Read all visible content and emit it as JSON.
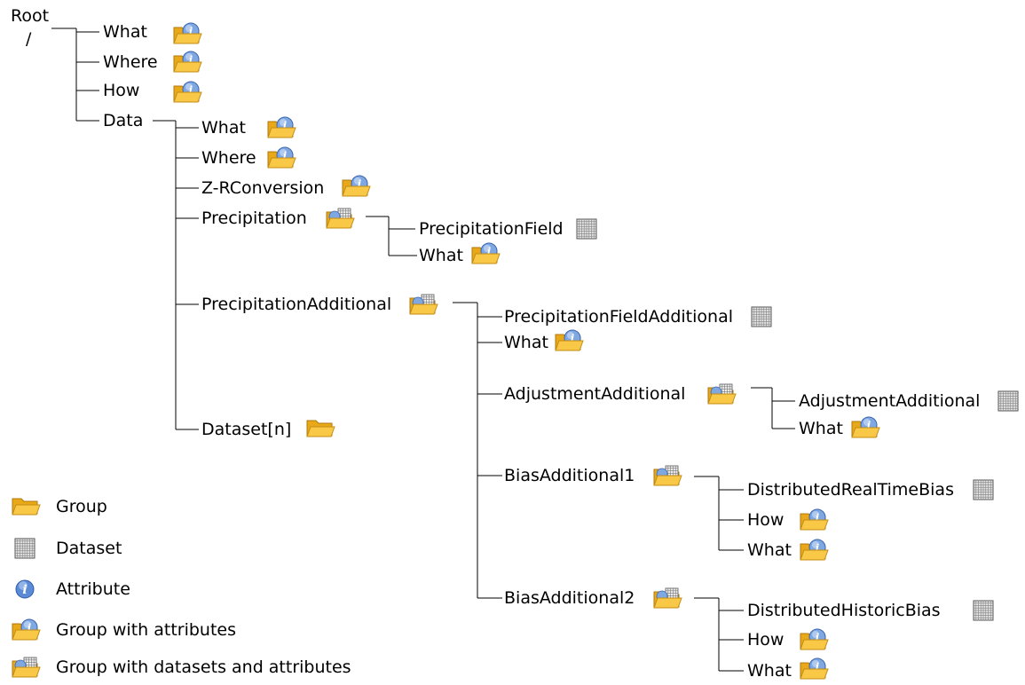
{
  "root": {
    "title": "Root",
    "path": "/"
  },
  "root_children": [
    "What",
    "Where",
    "How",
    "Data"
  ],
  "data_children": [
    "What",
    "Where",
    "Z-RConversion",
    "Precipitation",
    "PrecipitationAdditional",
    "Dataset[n]"
  ],
  "precipitation_children": [
    "PrecipitationField",
    "What"
  ],
  "precipitation_additional_children": [
    "PrecipitationFieldAdditional",
    "What",
    "AdjustmentAdditional",
    "BiasAdditional1",
    "BiasAdditional2"
  ],
  "adjustment_additional_children": [
    "AdjustmentAdditional",
    "What"
  ],
  "bias_additional1_children": [
    "DistributedRealTimeBias",
    "How",
    "What"
  ],
  "bias_additional2_children": [
    "DistributedHistoricBias",
    "How",
    "What"
  ],
  "legend": [
    "Group",
    "Dataset",
    "Attribute",
    "Group with attributes",
    "Group with datasets and attributes"
  ]
}
